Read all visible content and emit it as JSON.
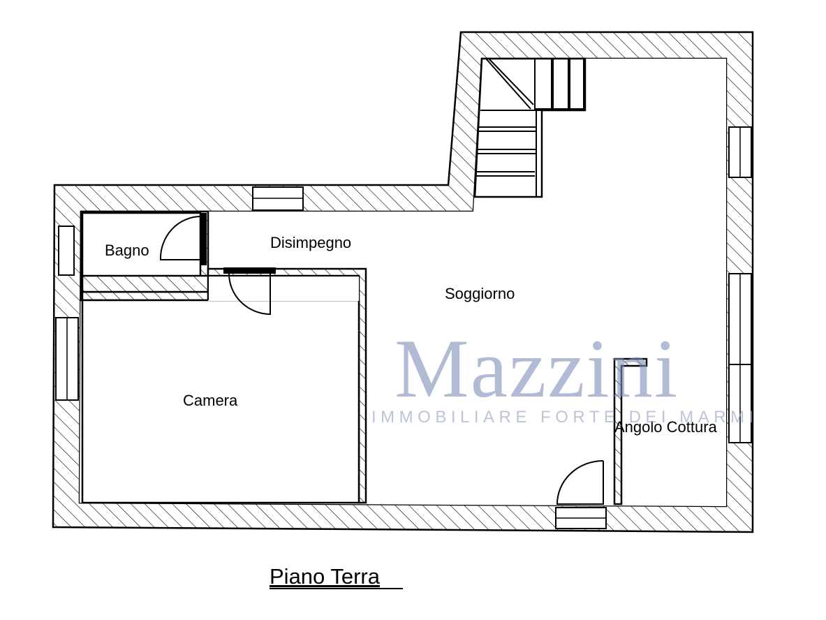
{
  "rooms": {
    "bagno": "Bagno",
    "disimpegno": "Disimpegno",
    "soggiorno": "Soggiorno",
    "camera": "Camera",
    "angolo_cottura": "Angolo Cottura"
  },
  "floor_title": "Piano Terra",
  "watermark": {
    "brand": "Mazzini",
    "tagline": "IMMOBILIARE FORTE DEI MARMI"
  }
}
